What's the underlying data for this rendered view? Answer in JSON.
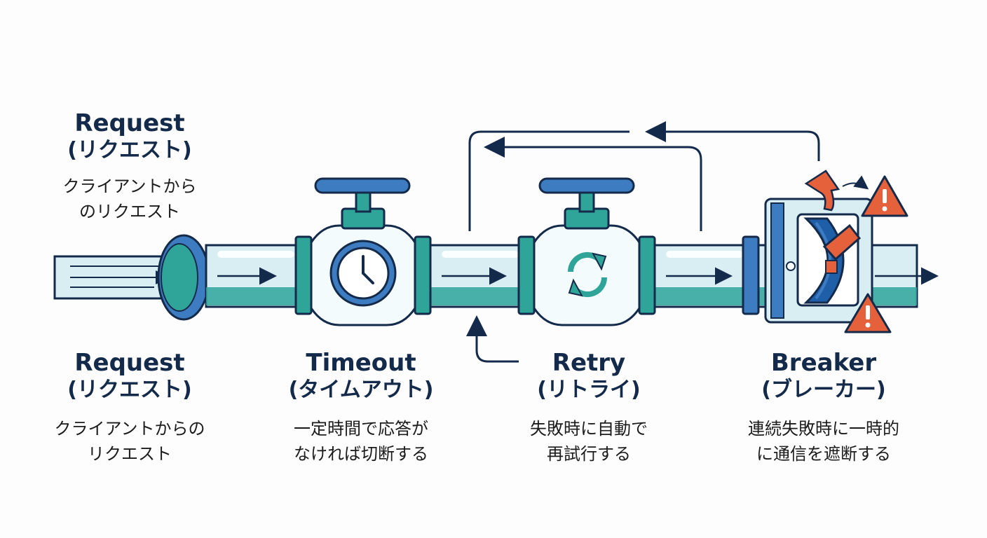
{
  "top_label": {
    "title": "Request",
    "subtitle": "(リクエスト)",
    "desc_line1": "クライアントから",
    "desc_line2": "のリクエスト"
  },
  "stages": [
    {
      "id": "request",
      "title": "Request",
      "subtitle": "(リクエスト)",
      "desc_line1": "クライアントからの",
      "desc_line2": "リクエスト"
    },
    {
      "id": "timeout",
      "title": "Timeout",
      "subtitle": "(タイムアウト)",
      "desc_line1": "一定時間で応答が",
      "desc_line2": "なければ切断する"
    },
    {
      "id": "retry",
      "title": "Retry",
      "subtitle": "(リトライ)",
      "desc_line1": "失敗時に自動で",
      "desc_line2": "再試行する"
    },
    {
      "id": "breaker",
      "title": "Breaker",
      "subtitle": "(ブレーカー)",
      "desc_line1": "連続失敗時に一時的",
      "desc_line2": "に通信を遮断する"
    }
  ],
  "icons": [
    "clock-icon",
    "retry-cycle-icon",
    "circuit-breaker-switch-icon",
    "warning-icon"
  ],
  "colors": {
    "navy": "#142a4a",
    "blue": "#3d7cc1",
    "teal": "#2fa59a",
    "pipe_fill": "#d8eef3",
    "warning": "#e4613c"
  }
}
